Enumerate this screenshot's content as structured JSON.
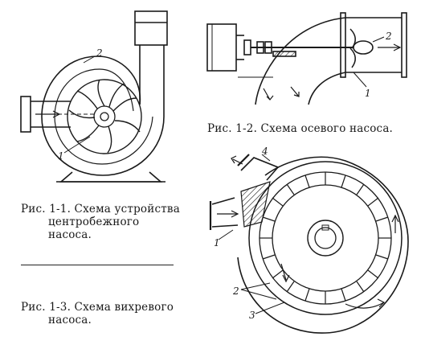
{
  "figures": [
    {
      "id": "fig1",
      "caption_line1": "Рис. 1-1. Схема устройства",
      "caption_line2": "центробежного насоса.",
      "labels": [
        "1",
        "2"
      ]
    },
    {
      "id": "fig2",
      "caption": "Рис. 1-2. Схема осевого насоса.",
      "labels": [
        "1",
        "2"
      ]
    },
    {
      "id": "fig3",
      "caption_line1": "Рис. 1-3. Схема вихревого",
      "caption_line2": "насоса.",
      "labels": [
        "1",
        "2",
        "3",
        "4"
      ]
    }
  ],
  "colors": {
    "ink": "#1a1a1a",
    "paper": "#ffffff"
  }
}
